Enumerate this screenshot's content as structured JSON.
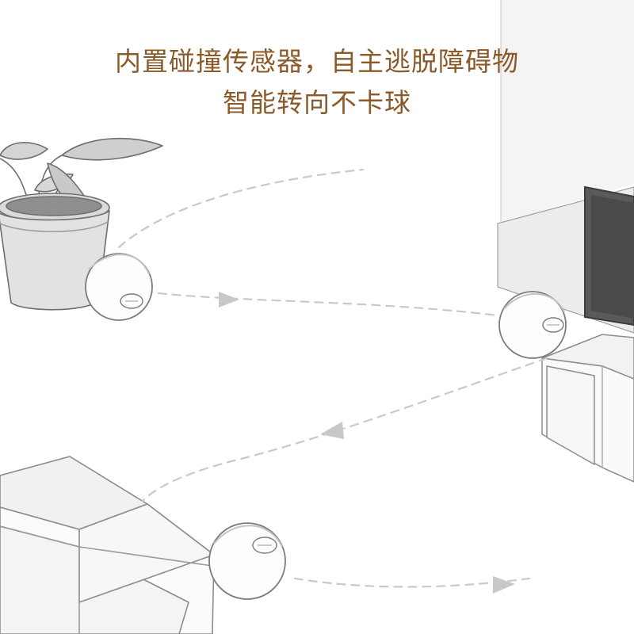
{
  "headline": {
    "line1": "内置碰撞传感器，自主逃脱障碍物",
    "line2": "智能转向不卡球",
    "color": "#8a5a2b"
  },
  "scene": {
    "objects": [
      "potted-plant",
      "tv-cabinet",
      "cardboard-box"
    ],
    "ball_count": 3,
    "path_color": "#c9c9c9",
    "line_color": "#8c8c8c"
  }
}
